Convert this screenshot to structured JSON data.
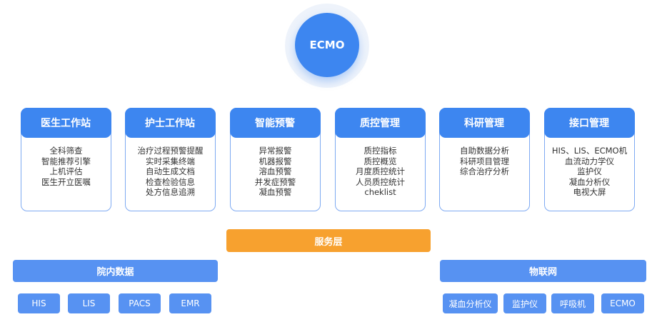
{
  "center": {
    "label": "ECMO"
  },
  "modules": [
    {
      "title": "医生工作站",
      "items": [
        "全科筛查",
        "智能推荐引擎",
        "上机评估",
        "医生开立医嘱"
      ]
    },
    {
      "title": "护士工作站",
      "items": [
        "治疗过程预警提醒",
        "实时采集终端",
        "自动生成文档",
        "检查检验信息",
        "处方信息追溯"
      ]
    },
    {
      "title": "智能预警",
      "items": [
        "异常报警",
        "机器报警",
        "溶血预警",
        "并发症预警",
        "凝血预警"
      ]
    },
    {
      "title": "质控管理",
      "items": [
        "质控指标",
        "质控概览",
        "月度质控统计",
        "人员质控统计",
        "cheklist"
      ]
    },
    {
      "title": "科研管理",
      "items": [
        "自助数据分析",
        "科研项目管理",
        "综合治疗分析"
      ]
    },
    {
      "title": "接口管理",
      "items": [
        "HIS、LIS、ECMO机",
        "血流动力学仪",
        "监护仪",
        "凝血分析仪",
        "电视大屏"
      ]
    }
  ],
  "service_layer": {
    "label": "服务层"
  },
  "hospital_data": {
    "label": "院内数据",
    "chips": [
      "HIS",
      "LIS",
      "PACS",
      "EMR"
    ]
  },
  "iot": {
    "label": "物联网",
    "chips": [
      "凝血分析仪",
      "监护仪",
      "呼吸机",
      "ECMO"
    ]
  },
  "colors": {
    "primary": "#3d86f0",
    "bar": "#5792f2",
    "service": "#f7a12f",
    "border": "#7eaaf2"
  }
}
